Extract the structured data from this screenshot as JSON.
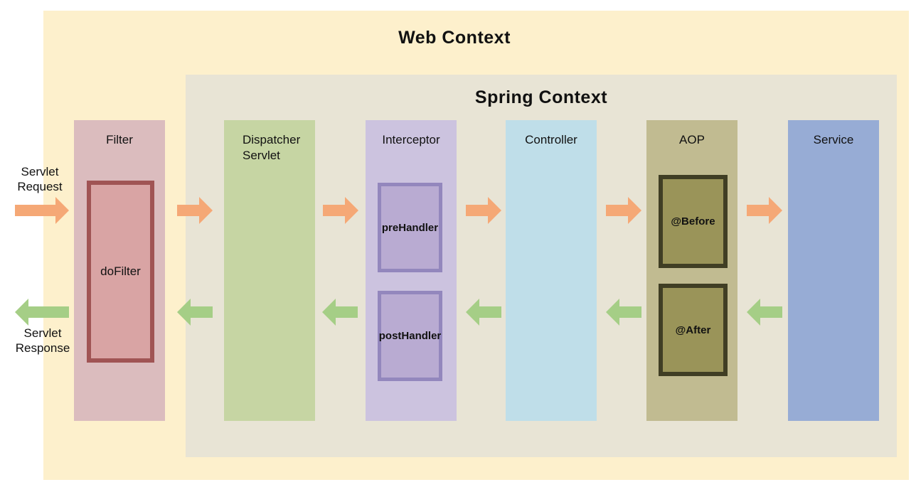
{
  "colors": {
    "canvas_bg": "#FFFFFF",
    "web_context_bg": "#FDF0CC",
    "spring_context_bg": "#E8E4D5",
    "request_arrow": "#F5A876",
    "response_arrow": "#A5CE86"
  },
  "titles": {
    "web_context": "Web Context",
    "spring_context": "Spring Context"
  },
  "flow_labels": {
    "request": "Servlet Request",
    "response": "Servlet Response"
  },
  "columns": [
    {
      "id": "filter",
      "label": "Filter",
      "bg": "#DBBCBE",
      "boxes": [
        {
          "label": "doFilter",
          "fill": "#D9A4A4",
          "border": "#A05454"
        }
      ]
    },
    {
      "id": "dispatcher-servlet",
      "label": "Dispatcher Servlet",
      "bg": "#C6D5A3",
      "boxes": []
    },
    {
      "id": "interceptor",
      "label": "Interceptor",
      "bg": "#CCC3DF",
      "boxes": [
        {
          "label": "preHandler",
          "fill": "#B9ABD2",
          "border": "#9387BD"
        },
        {
          "label": "postHandler",
          "fill": "#B9ABD2",
          "border": "#9387BD"
        }
      ]
    },
    {
      "id": "controller",
      "label": "Controller",
      "bg": "#BFDEE9",
      "boxes": []
    },
    {
      "id": "aop",
      "label": "AOP",
      "bg": "#C1BB91",
      "boxes": [
        {
          "label": "@Before",
          "fill": "#9A9459",
          "border": "#403E24"
        },
        {
          "label": "@After",
          "fill": "#9A9459",
          "border": "#403E24"
        }
      ]
    },
    {
      "id": "service",
      "label": "Service",
      "bg": "#97ACD5",
      "boxes": []
    }
  ]
}
